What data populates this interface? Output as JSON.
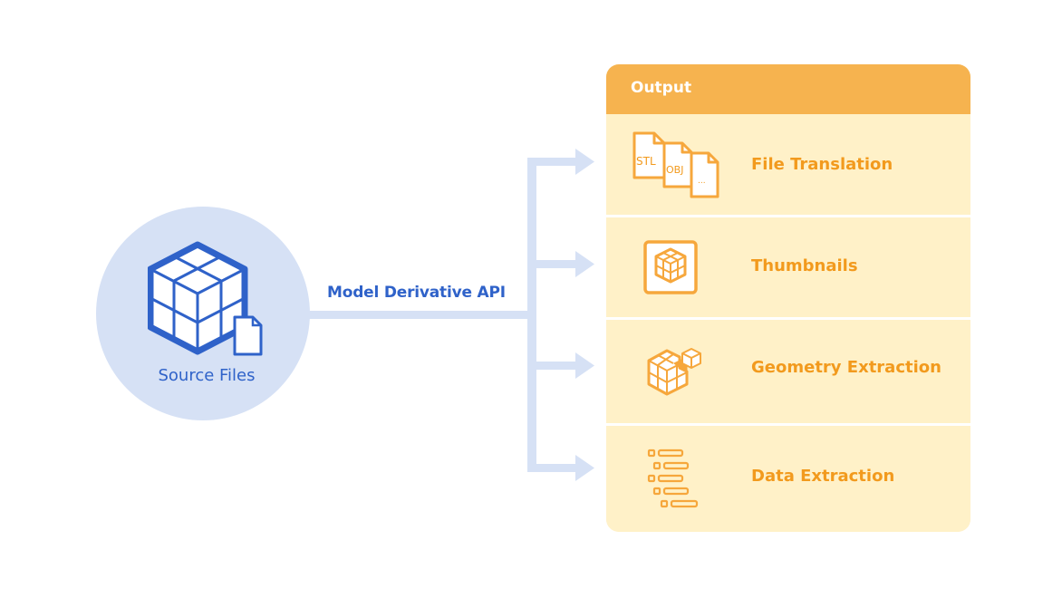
{
  "diagram": {
    "source": {
      "label": "Source Files",
      "icon": "cube-with-file-icon",
      "color": "#2f62c9",
      "circle_color": "#d6e1f5"
    },
    "connector": {
      "label": "Model Derivative API",
      "color": "#d6e1f5"
    },
    "output": {
      "title": "Output",
      "header_color": "#f6b34f",
      "body_color": "#fff1c8",
      "accent_color": "#f29a1d",
      "items": [
        {
          "label": "File Translation",
          "icon": "file-formats-icon",
          "formats": [
            "STL",
            "OBJ",
            "..."
          ]
        },
        {
          "label": "Thumbnails",
          "icon": "thumbnail-cube-icon"
        },
        {
          "label": "Geometry Extraction",
          "icon": "geometry-extraction-icon"
        },
        {
          "label": "Data Extraction",
          "icon": "data-tree-icon"
        }
      ]
    }
  }
}
